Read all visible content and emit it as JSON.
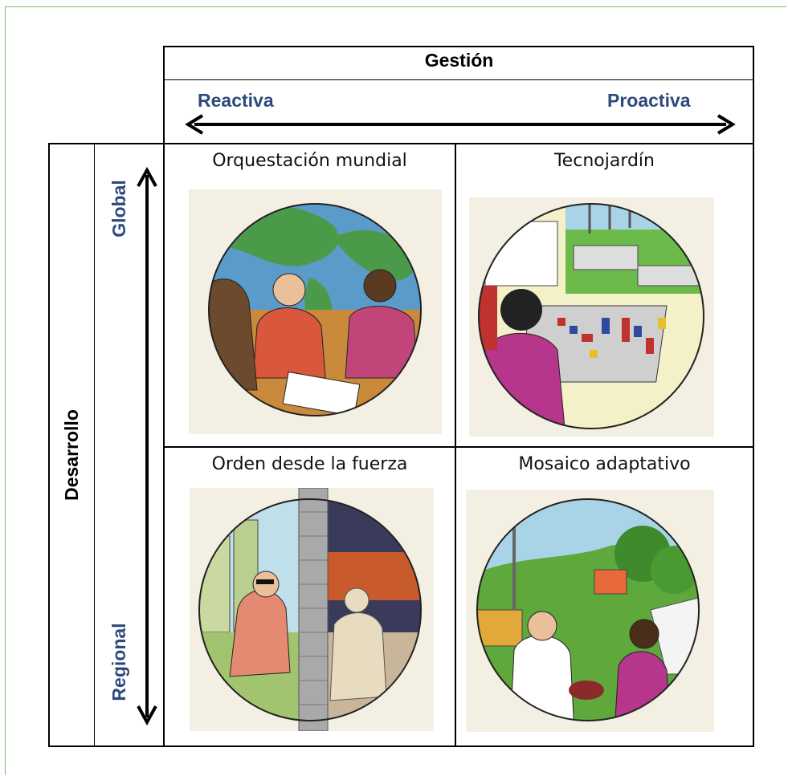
{
  "header": {
    "title": "Gestión",
    "left_end": "Reactiva",
    "right_end": "Proactiva"
  },
  "side": {
    "title": "Desarrollo",
    "top_end": "Global",
    "bottom_end": "Regional"
  },
  "quadrants": [
    {
      "title": "Orquestación mundial",
      "illustration": "people-meeting-over-world-map"
    },
    {
      "title": "Tecnojardín",
      "illustration": "operator-at-control-panel-with-greenhouses"
    },
    {
      "title": "Orden desde la fuerza",
      "illustration": "wealthy-man-and-poor-man-divided-by-wall"
    },
    {
      "title": "Mosaico adaptativo",
      "illustration": "two-people-in-green-landscape"
    }
  ],
  "colors": {
    "axis_label": "#2e4a7d",
    "frame_accent": "#7fb86a"
  }
}
